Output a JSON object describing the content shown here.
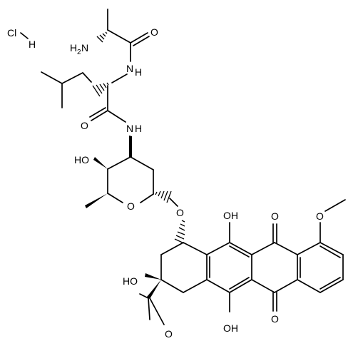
{
  "molecule": {
    "salt": {
      "cl": "Cl",
      "h": "H"
    },
    "atoms": {
      "nh2": {
        "text": "H",
        "sub": "2",
        "n": "N"
      },
      "nh_upper": "N",
      "nh_upper_h": "H",
      "o_amide1": "O",
      "o_amide2": "O",
      "nh_lower": "N",
      "nh_lower_h": "H",
      "ho_sugar": "HO",
      "o_ring": "O",
      "o_glyco": "O",
      "oh_upper": "OH",
      "o_quinone_top": "O",
      "o_methoxy": "O",
      "ho_ring": "HO",
      "o_acetyl": "O",
      "oh_lower": "OH",
      "o_quinone_bottom": "O"
    }
  }
}
